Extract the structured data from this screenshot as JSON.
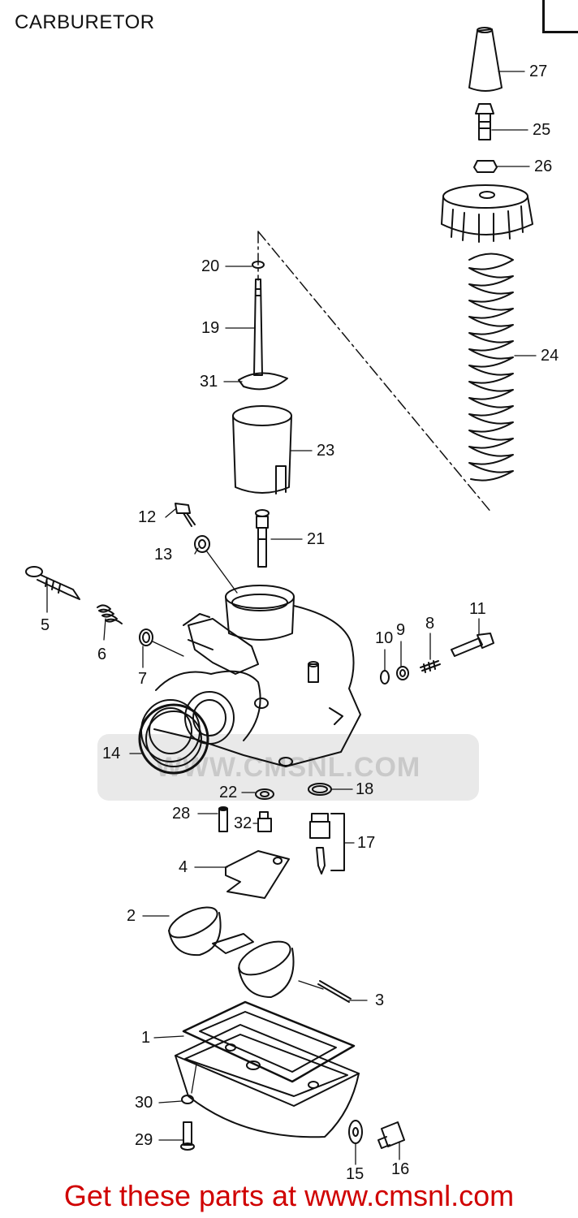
{
  "title": "CARBURETOR",
  "watermark_text": "WWW.CMSNL.COM",
  "footer_text": "Get these parts at www.cmsnl.com",
  "colors": {
    "line": "#111111",
    "footer": "#d00000",
    "watermark": "#c9c9c9"
  },
  "callouts": {
    "n1": "1",
    "n2": "2",
    "n3": "3",
    "n4": "4",
    "n5": "5",
    "n6": "6",
    "n7": "7",
    "n8": "8",
    "n9": "9",
    "n10": "10",
    "n11": "11",
    "n12": "12",
    "n13": "13",
    "n14": "14",
    "n15": "15",
    "n16": "16",
    "n17": "17",
    "n18": "18",
    "n19": "19",
    "n20": "20",
    "n21": "21",
    "n22": "22",
    "n23": "23",
    "n24": "24",
    "n25": "25",
    "n26": "26",
    "n27": "27",
    "n28": "28",
    "n29": "29",
    "n30": "30",
    "n31": "31",
    "n32": "32"
  }
}
